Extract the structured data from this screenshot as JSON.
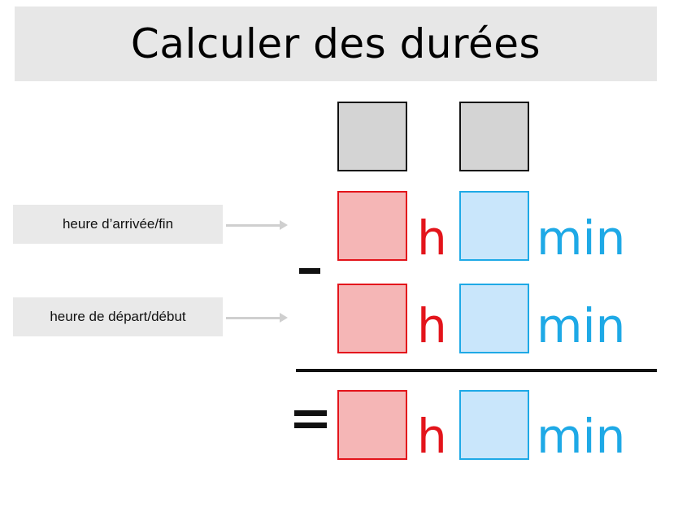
{
  "title": "Calculer des durées",
  "labels": {
    "arrival": "heure d’arrivée/fin",
    "departure": "heure de départ/début"
  },
  "units": {
    "hours": "h",
    "minutes": "min"
  },
  "operators": {
    "minus": "−",
    "equals": "="
  },
  "colors": {
    "hours_fill": "#f5b6b6",
    "hours_border": "#e3141b",
    "minutes_fill": "#c9e6fb",
    "minutes_border": "#1ea9e6",
    "carry_fill": "#d4d4d4"
  }
}
